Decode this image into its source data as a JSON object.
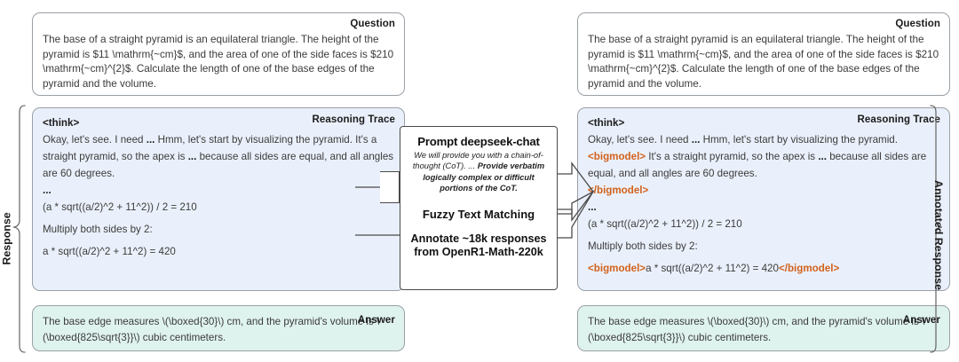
{
  "layout": {
    "accent_orange": "#d2621c",
    "trace_bg": "#eaf0fb",
    "answer_bg": "#dff3ee",
    "border": "#9aa0a6"
  },
  "side_labels": {
    "left": "Response",
    "right": "Annotated Response"
  },
  "tags": {
    "question": "Question",
    "reasoning_trace": "Reasoning Trace",
    "answer": "Answer"
  },
  "question": {
    "text": "The base of a straight pyramid is an equilateral triangle. The height of the pyramid is $11 \\mathrm{~cm}$, and the area of one of the side faces is $210 \\mathrm{~cm}^{2}$. Calculate the length of one of the base edges of the pyramid and the volume."
  },
  "trace_left": {
    "think_open": "<think>",
    "line1_a": "Okay, let's see. I need ",
    "line1_dots": "...",
    "line1_b": " Hmm, let's start by visualizing the pyramid. It's a straight pyramid, so the apex is ",
    "line1_dots2": "...",
    "line1_c": " because all sides are equal, and all angles are 60 degrees.",
    "ellipsis": "...",
    "eq1": "(a * sqrt((a/2)^2 + 11^2)) / 2 = 210",
    "step": "Multiply both sides by 2:",
    "eq2": "a * sqrt((a/2)^2 + 11^2) = 420"
  },
  "trace_right": {
    "think_open": "<think>",
    "line1_a": "Okay, let's see. I need ",
    "line1_dots": "...",
    "line1_b": " Hmm, let's start by visualizing the pyramid. ",
    "bm_open": "<bigmodel>",
    "line1_c": " It's a straight pyramid, so the apex is ",
    "line1_dots2": "...",
    "line1_d": " because all sides are equal, and all angles are 60 degrees.",
    "bm_close": "</bigmodel>",
    "ellipsis": "...",
    "eq1": "(a * sqrt((a/2)^2 + 11^2)) / 2 = 210",
    "step": "Multiply both sides by 2:",
    "bm_open2": "<bigmodel>",
    "eq2": "a * sqrt((a/2)^2 + 11^2) = 420",
    "bm_close2": "</bigmodel>"
  },
  "answer": {
    "text": "The base edge measures \\(\\boxed{30}\\) cm, and the pyramid's volume is \\(\\boxed{825\\sqrt{3}}\\) cubic centimeters."
  },
  "center": {
    "title": "Prompt deepseek-chat",
    "sub_a": "We will provide you with a chain-of-thought (CoT). ... ",
    "sub_b": "Provide verbatim logically complex or difficult portions of the CoT.",
    "step2": "Fuzzy Text Matching",
    "step3": "Annotate ~18k responses from OpenR1-Math-220k"
  }
}
